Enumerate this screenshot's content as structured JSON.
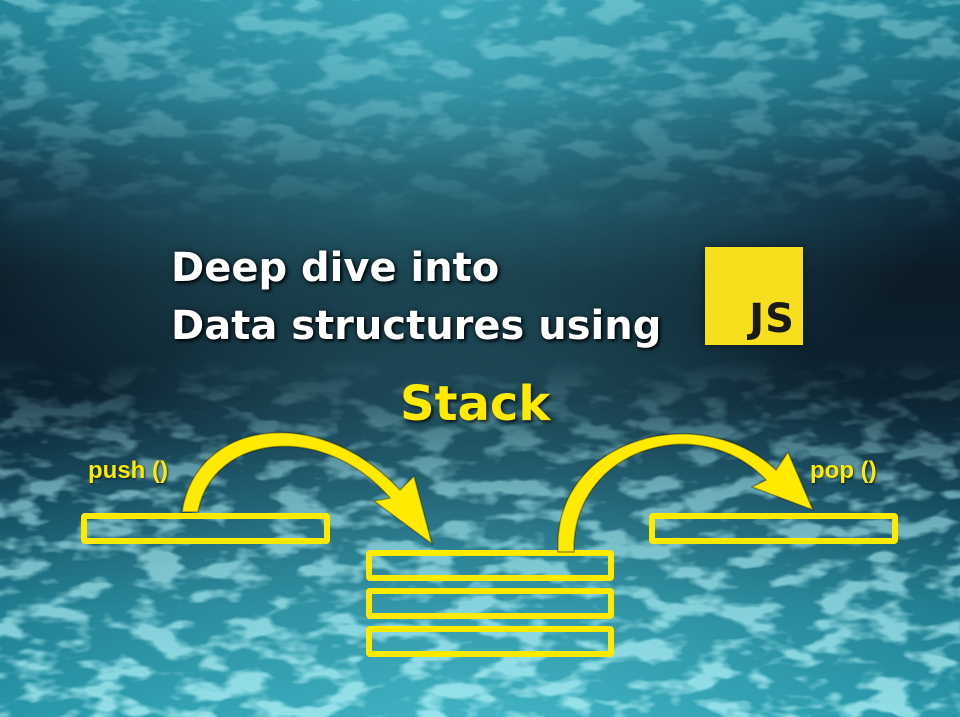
{
  "title": {
    "line1": "Deep dive into",
    "line2": "Data structures using"
  },
  "logo": {
    "text": "JS",
    "background_color": "#f7df1e",
    "text_color": "#1a1a1a"
  },
  "subtitle": "Stack",
  "operations": {
    "push_label": "push ()",
    "pop_label": "pop ()"
  },
  "stack": {
    "item_count": 3
  },
  "colors": {
    "accent_yellow": "#ffea00",
    "title_white": "#ffffff",
    "water_dark": "#0b1a26",
    "water_light": "#2fb7c6"
  }
}
